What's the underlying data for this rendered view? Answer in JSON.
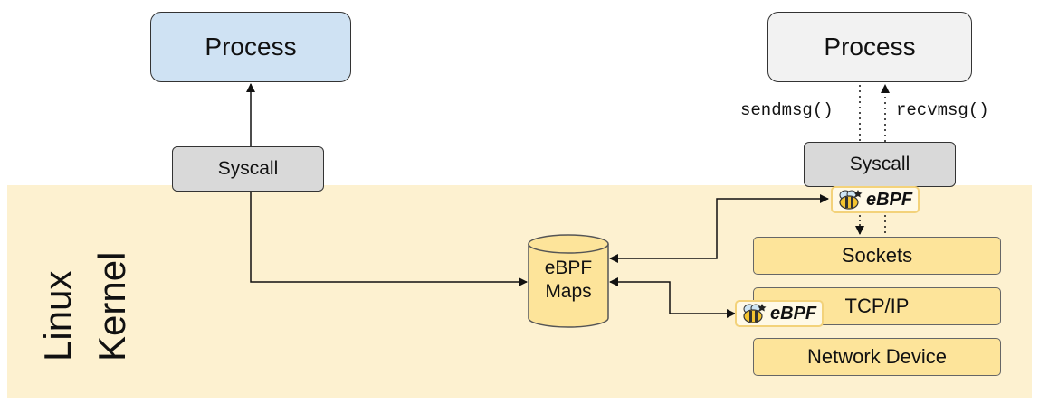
{
  "kernel": {
    "label_line1": "Linux",
    "label_line2": "Kernel"
  },
  "left": {
    "process": "Process",
    "syscall": "Syscall"
  },
  "right": {
    "process": "Process",
    "syscall": "Syscall",
    "sendmsg": "sendmsg()",
    "recvmsg": "recvmsg()",
    "stack": [
      "Sockets",
      "TCP/IP",
      "Network Device"
    ]
  },
  "maps": {
    "line1": "eBPF",
    "line2": "Maps"
  },
  "ebpf_badge": {
    "text": "eBPF",
    "icon": "bee-icon"
  },
  "colors": {
    "kernel_bg": "#fdf1d0",
    "left_process": "#cfe2f3",
    "right_process": "#f2f2f2",
    "syscall": "#d9d9d9",
    "kernel_box": "#fde49a"
  }
}
